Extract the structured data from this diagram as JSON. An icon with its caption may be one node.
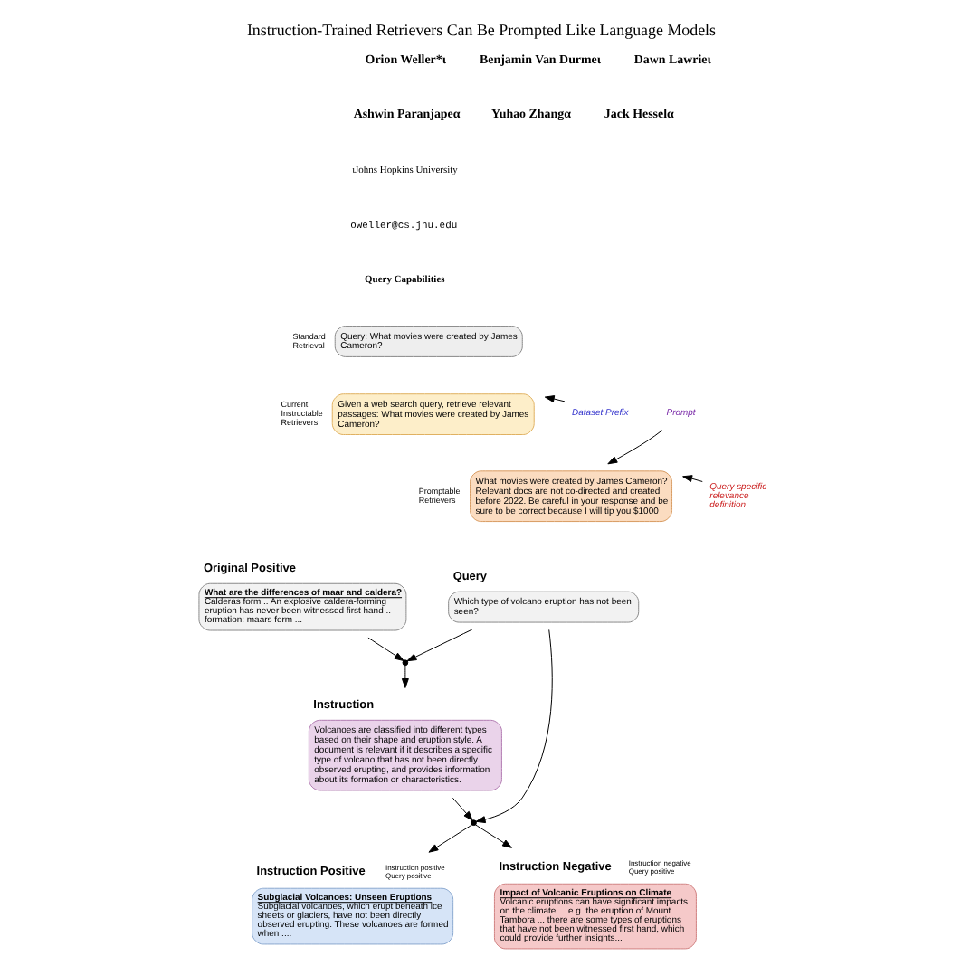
{
  "diagram": {
    "title": "Instruction-Trained Retrievers Can Be Prompted Like Language Models",
    "nodes": [
      {
        "text": [
          "Query: What movies were created by James Cameron?"
        ],
        "beside": [
          "Standard Retrieval"
        ]
      },
      {
        "text": [
          "Given a web search query, retrieve relevant passages: What movies were created by James Cameron?"
        ],
        "beside": [
          "Current Instructable Retrievers"
        ]
      },
      {
        "text": [
          "What movies were created by James Cameron? Relevant docs are not co-directed and created before 2022. Be careful in your response and be sure to be correct because I will tip you $1000"
        ],
        "beside": [
          "Promptable Retrievers"
        ]
      },
      {
        "text": [
          "Dataset Prefix"
        ]
      },
      {
        "text": [
          "Query specific relevance definition"
        ]
      },
      {
        "text": [
          "Prompt"
        ]
      },
      {
        "text": [
          "Query",
          "Which type of volcano eruption has not been seen?"
        ]
      },
      {
        "text": [
          "Original Positive",
          "What are the differences of maar and caldera?",
          "Calderas form .. An explosive caldera-forming eruption has never been witnessed first hand .. formation: maars form ..."
        ]
      },
      {
        "text": [],
        "shape": "point"
      },
      {
        "text": [
          "Instruction",
          "Volcanoes are classified into different types based on their shape and eruption style. A document is relevant if it describes a specific type of volcano that has not been directly observed erupting, and provides information about its formation or characteristics."
        ]
      },
      {
        "text": [],
        "shape": "point"
      },
      {
        "text": [
          "Instruction Positive",
          "Instruction positive Query positive",
          "Subglacial Volcanoes: Unseen Eruptions",
          "Subglacial volcanoes, which erupt beneath ice sheets or glaciers, have not been directly observed erupting. These volcanoes are formed when ...."
        ]
      },
      {
        "text": [
          "Instruction Negative",
          "Instruction negative Query positive",
          "Impact of Volcanic Eruptions on Climate",
          "Volcanic eruptions can have significant impacts on the climate ... e.g. the eruption of Mount Tambora ... there are some types of eruptions that have not been witnessed first hand, which could provide further insights..."
        ]
      }
    ],
    "edges": [
      {
        "from": 3,
        "to": 1,
        "arrow": "to"
      },
      {
        "from": 4,
        "to": 2,
        "arrow": "to"
      },
      {
        "from": 5,
        "to": 2,
        "arrow": "to"
      },
      {
        "from": 6,
        "to": 8,
        "arrow": "to"
      },
      {
        "from": 7,
        "to": 8,
        "arrow": "to"
      },
      {
        "from": 8,
        "to": 9,
        "arrow": "to"
      },
      {
        "from": 6,
        "to": 10,
        "arrow": "to"
      },
      {
        "from": 9,
        "to": 10,
        "arrow": "to"
      },
      {
        "from": 10,
        "to": 11,
        "arrow": "to"
      },
      {
        "from": 10,
        "to": 12,
        "arrow": "to"
      }
    ],
    "labels": [
      "Orion Weller*ι",
      "Benjamin Van Durmeι",
      "Dawn Lawrieι",
      "Ashwin Paranjapeα",
      "Yuhao Zhangα",
      "Jack Hesselα",
      "ιJohns Hopkins University",
      "oweller@cs.jhu.edu",
      "Query Capabilities"
    ]
  }
}
